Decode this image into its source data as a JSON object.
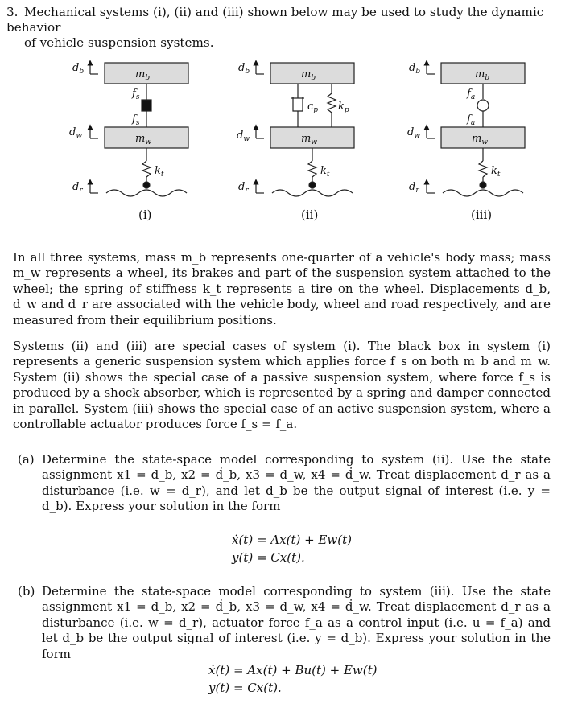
{
  "question": {
    "number": "3.",
    "line1": "Mechanical systems (i), (ii) and (iii) shown below may be used to study the dynamic behavior",
    "line2": "of vehicle suspension systems."
  },
  "figures": {
    "captions": [
      "(i)",
      "(ii)",
      "(iii)"
    ],
    "labels": {
      "db": "d",
      "db_sub": "b",
      "dw": "d",
      "dw_sub": "w",
      "dr": "d",
      "dr_sub": "r",
      "mb": "m",
      "mb_sub": "b",
      "mw": "m",
      "mw_sub": "w",
      "kt": "k",
      "kt_sub": "t",
      "fs": "f",
      "fs_sub": "s",
      "fa": "f",
      "fa_sub": "a",
      "cp": "c",
      "cp_sub": "p",
      "kp": "k",
      "kp_sub": "p"
    }
  },
  "paragraph1": "In all three systems, mass m_b represents one-quarter of a vehicle's body mass; mass m_w represents a wheel, its brakes and part of the suspension system attached to the wheel; the spring of stiffness k_t represents a tire on the wheel. Displacements d_b, d_w and d_r are associated with the vehicle body, wheel and road respectively, and are measured from their equilibrium positions.",
  "paragraph2": "Systems (ii) and (iii) are special cases of system (i). The black box in system (i) represents a generic suspension system which applies force f_s on both m_b and m_w. System (ii) shows the special case of a passive suspension system, where force f_s is produced by a shock absorber, which is represented by a spring and damper connected in parallel. System (iii) shows the special case of an active suspension system, where a controllable actuator produces force f_s = f_a.",
  "part_a": {
    "label": "(a)",
    "text": "Determine the state-space model corresponding to system (ii). Use the state assignment x1 = d_b, x2 = ḋ_b, x3 = d_w, x4 = ḋ_w. Treat displacement d_r as a disturbance (i.e. w = d_r), and let d_b be the output signal of interest (i.e. y = d_b). Express your solution in the form",
    "eq1": "ẋ(t) = Ax(t) + Ew(t)",
    "eq2": "y(t) = Cx(t)."
  },
  "part_b": {
    "label": "(b)",
    "text": "Determine the state-space model corresponding to system (iii). Use the state assignment x1 = d_b, x2 = ḋ_b, x3 = d_w, x4 = ḋ_w. Treat displacement d_r as a disturbance (i.e. w = d_r), actuator force f_a as a control input (i.e. u = f_a) and let d_b be the output signal of interest (i.e. y = d_b). Express your solution in the form",
    "eq1": "ẋ(t) = Ax(t) + Bu(t) + Ew(t)",
    "eq2": "y(t) = Cx(t)."
  }
}
